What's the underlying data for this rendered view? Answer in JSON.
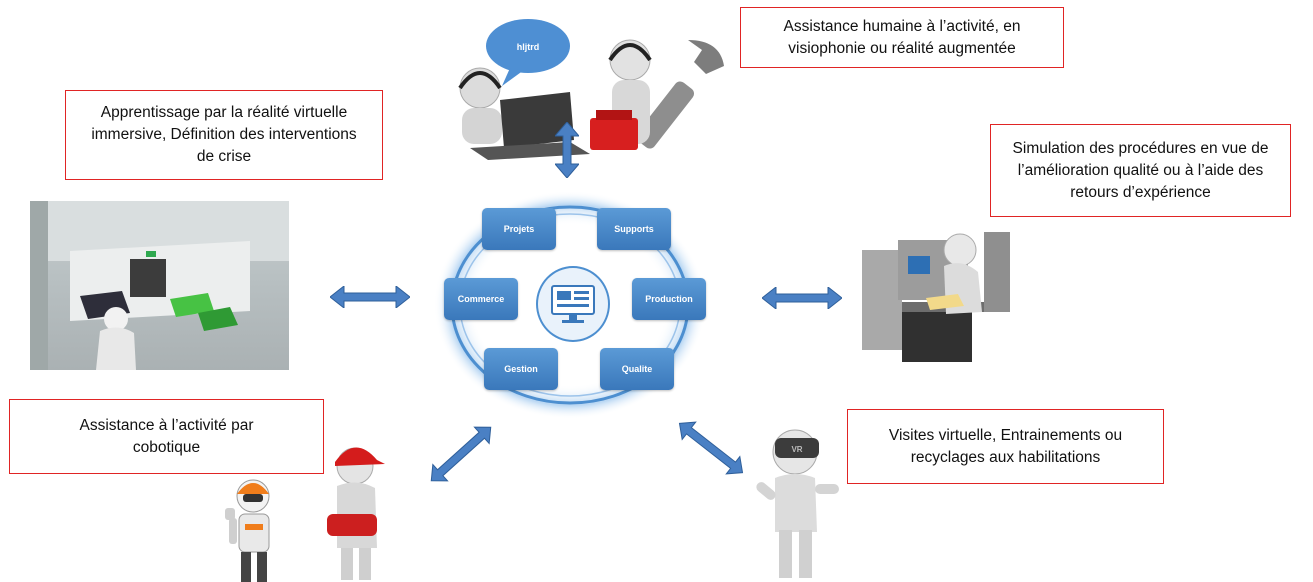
{
  "boxes": {
    "top_right": "Assistance humaine à l’activité, en visiophonie ou réalité augmentée",
    "top_left": "Apprentissage par la réalité virtuelle immersive, Définition des interventions de crise",
    "right": "Simulation des procédures en vue de l’amélioration qualité ou à l’aide des retours d’expérience",
    "bottom_left": "Assistance à l’activité par cobotique",
    "bottom_right": "Visites virtuelle, Entrainements ou recyclages aux habilitations"
  },
  "hub": {
    "items": [
      "Projets",
      "Supports",
      "Commerce",
      "Production",
      "Gestion",
      "Qualite"
    ]
  },
  "bubble_text": "hljtrd",
  "vr_label": "VR",
  "colors": {
    "box_border": "#e02424",
    "hub_ring": "#4d8fd0",
    "hub_item": "#3a78bb",
    "arrow": "#4a80c4"
  },
  "icons": [
    "laptop-person-icon",
    "wrench-icon",
    "toolbox-icon",
    "speech-bubble-icon",
    "monitor-icon",
    "robot-icon",
    "vr-headset-icon",
    "office-desk-icon"
  ]
}
